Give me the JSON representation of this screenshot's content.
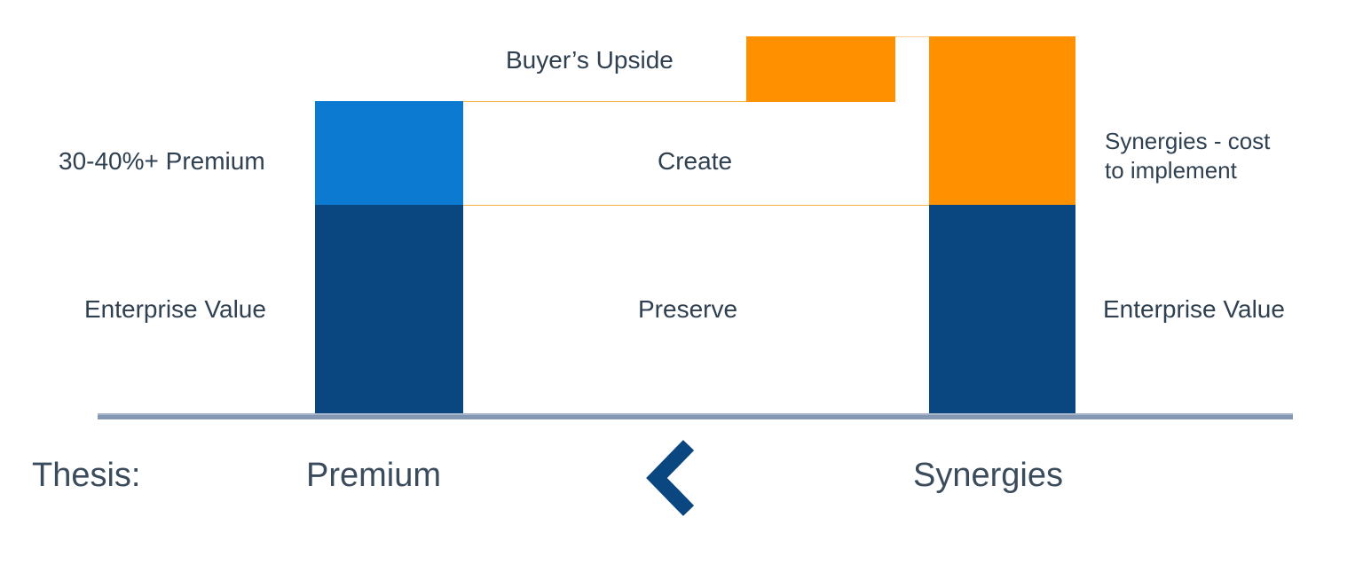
{
  "chart_data": {
    "type": "bar",
    "title": "",
    "subtitle": "",
    "xlabel": "",
    "ylabel": "",
    "grid": false,
    "legend_position": "none",
    "description": "Stacked waterfall-style bridge comparing acquisition Premium against Synergies. Left column = target Enterprise Value plus a 30-40%+ Premium. Right column = target Enterprise Value plus Synergies (net of cost to implement). The gap between the two column tops is the Buyer's Upside.",
    "categories": [
      "Premium",
      "Buyer's Upside",
      "Synergies"
    ],
    "series": [
      {
        "name": "Enterprise Value",
        "color": "#0A4680",
        "values": [
          235,
          0,
          235
        ]
      },
      {
        "name": "Premium",
        "color": "#0B7AD0",
        "values": [
          117,
          0,
          0
        ]
      },
      {
        "name": "Synergies - cost to implement",
        "color": "#FF9100",
        "values": [
          0,
          0,
          190
        ]
      },
      {
        "name": "Buyer's Upside",
        "color": "#FF9100",
        "values": [
          0,
          74,
          0
        ]
      }
    ],
    "segments": [
      {
        "column": "Premium",
        "label": "Enterprise Value",
        "color": "#0A4680",
        "from": 0,
        "to": 235
      },
      {
        "column": "Premium",
        "label": "30-40%+ Premium",
        "color": "#0B7AD0",
        "from": 235,
        "to": 352
      },
      {
        "column": "Buyer's Upside",
        "label": "Buyer's Upside",
        "color": "#FF9100",
        "from": 352,
        "to": 426
      },
      {
        "column": "Synergies",
        "label": "Enterprise Value",
        "color": "#0A4680",
        "from": 0,
        "to": 235
      },
      {
        "column": "Synergies",
        "label": "Synergies - cost to implement",
        "color": "#FF9100",
        "from": 235,
        "to": 426
      }
    ],
    "ylim": [
      0,
      426
    ],
    "annotations": [
      {
        "text": "Preserve",
        "zone": "between columns, lower band"
      },
      {
        "text": "Create",
        "zone": "between columns, upper band"
      }
    ]
  },
  "labels": {
    "premium_percent": "30-40%+ Premium",
    "enterprise_value_left": "Enterprise Value",
    "buyers_upside": "Buyer’s Upside",
    "create": "Create",
    "preserve": "Preserve",
    "synergies_cost": "Synergies - cost\nto implement",
    "enterprise_value_right": "Enterprise Value"
  },
  "thesis": {
    "prefix": "Thesis:",
    "left_term": "Premium",
    "comparator": "less-than",
    "comparator_glyph": "‹",
    "right_term": "Synergies"
  },
  "colors": {
    "dark_blue": "#0A4680",
    "light_blue": "#0B7AD0",
    "orange": "#FF9100",
    "connector_orange": "#F5A623",
    "axis_gray_blue": "#8498B4",
    "text": "#2F4050",
    "background": "#FFFFFF"
  }
}
